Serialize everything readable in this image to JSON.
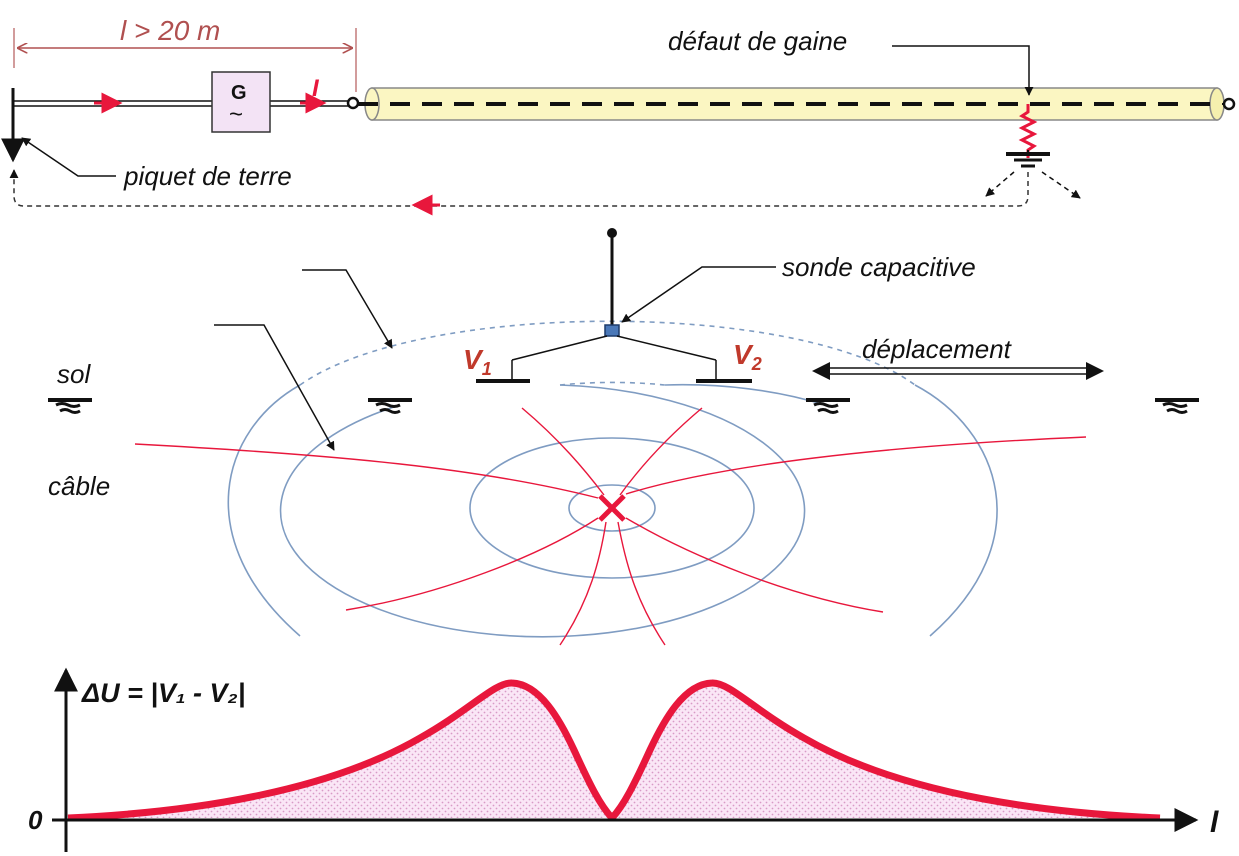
{
  "labels": {
    "distance": "l > 20 m",
    "generator": "G",
    "generator_symbol": "~",
    "current": "I",
    "sheath_fault": "défaut de gaine",
    "earth_stake": "piquet de terre",
    "capacitive_probe": "sonde capacitive",
    "v1": "V",
    "v1_sub": "1",
    "v2": "V",
    "v2_sub": "2",
    "displacement": "déplacement",
    "soil": "sol",
    "cable": "câble",
    "delta_u": "ΔU = |V₁ - V₂|",
    "zero": "0",
    "axis_l": "l"
  },
  "colors": {
    "accent_red": "#e8173c",
    "label_red": "#c0392b",
    "cable_fill": "#fbf6c2",
    "generator_fill": "#f3e3f5",
    "equipotential_blue": "#7f9cc2",
    "curve_fill": "#f6d8ef"
  },
  "icons": [
    "fault-cross-icon",
    "ground-symbol-icon",
    "generator-icon",
    "arrow-icon"
  ]
}
